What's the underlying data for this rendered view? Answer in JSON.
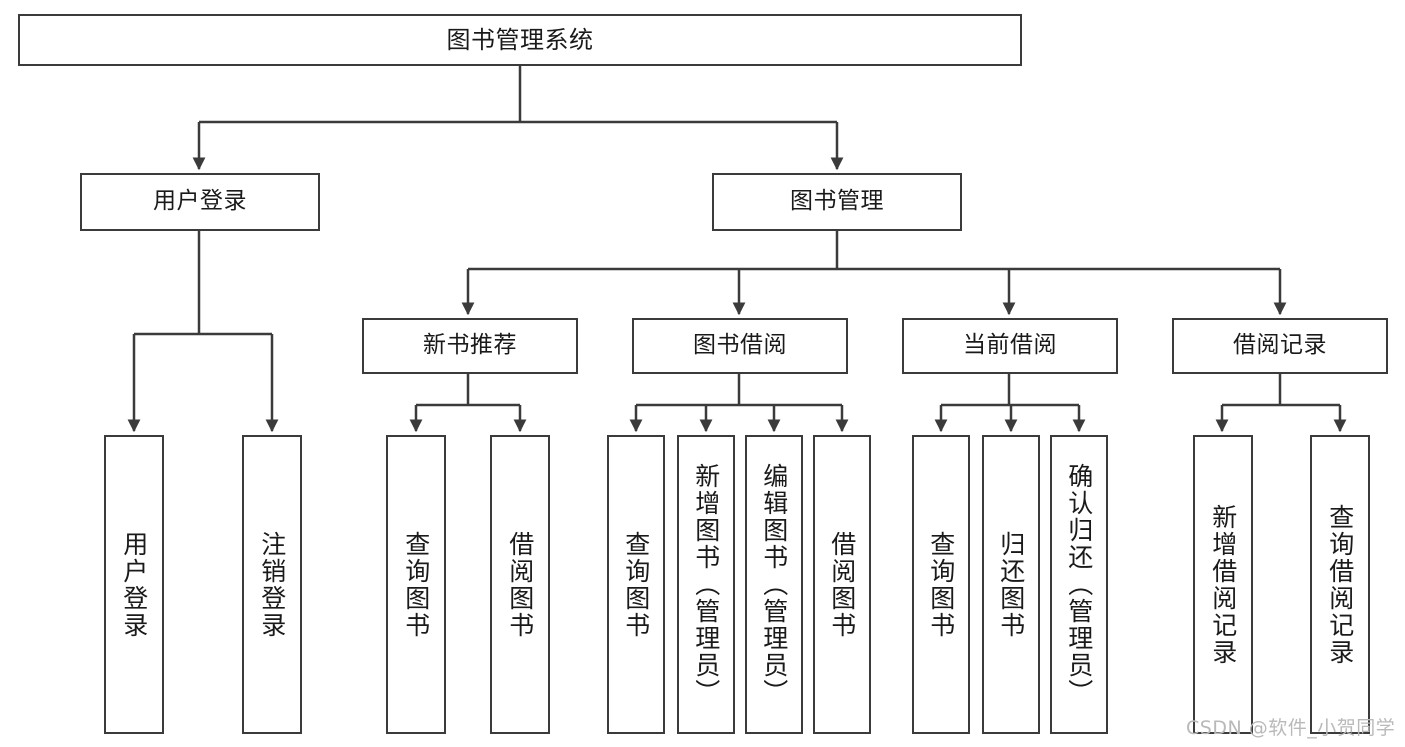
{
  "diagram": {
    "title": "图书管理系统",
    "type": "tree-hierarchy-chart",
    "root": {
      "label": "图书管理系统"
    },
    "level1": [
      {
        "label": "用户登录"
      },
      {
        "label": "图书管理"
      }
    ],
    "level2": [
      {
        "label": "新书推荐"
      },
      {
        "label": "图书借阅"
      },
      {
        "label": "当前借阅"
      },
      {
        "label": "借阅记录"
      }
    ],
    "leaves": {
      "user_login": [
        {
          "label": "用户登录"
        },
        {
          "label": "注销登录"
        }
      ],
      "new_book_recommend": [
        {
          "label": "查询图书"
        },
        {
          "label": "借阅图书"
        }
      ],
      "book_borrow": [
        {
          "label": "查询图书"
        },
        {
          "label": "新增图书（管理员）"
        },
        {
          "label": "编辑图书（管理员）"
        },
        {
          "label": "借阅图书"
        }
      ],
      "current_borrow": [
        {
          "label": "查询图书"
        },
        {
          "label": "归还图书"
        },
        {
          "label": "确认归还（管理员）"
        }
      ],
      "borrow_record": [
        {
          "label": "新增借阅记录"
        },
        {
          "label": "查询借阅记录"
        }
      ]
    }
  },
  "watermark": {
    "text": "CSDN @软件_小贺同学"
  },
  "colors": {
    "stroke": "#3b3b3b",
    "background": "#ffffff",
    "text": "#1a1a1a",
    "watermark": "#b9b9b9"
  }
}
